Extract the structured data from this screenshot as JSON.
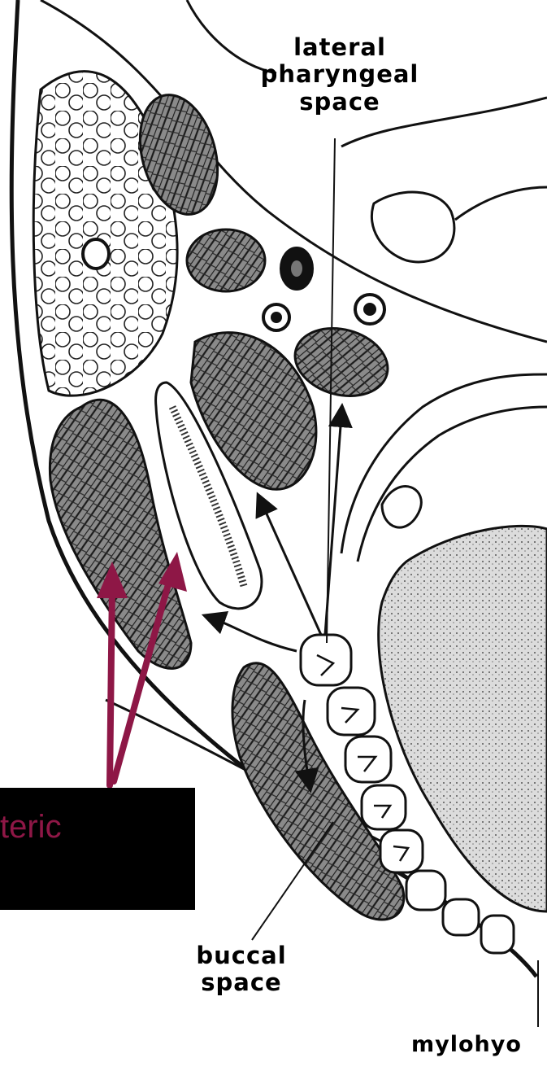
{
  "labels": {
    "lateral_pharyngeal_space": [
      "lateral",
      "pharyngeal",
      "space"
    ],
    "buccal_space": [
      "buccal",
      "space"
    ],
    "mylohyoid": "mylohyo",
    "masseteric": "teric"
  },
  "colors": {
    "line": "#111111",
    "muscle_fill": "#7a7a7a",
    "tongue_fill": "#cfcfcf",
    "annotation_arrow": "#8e1746",
    "callout_box": "#000000"
  }
}
